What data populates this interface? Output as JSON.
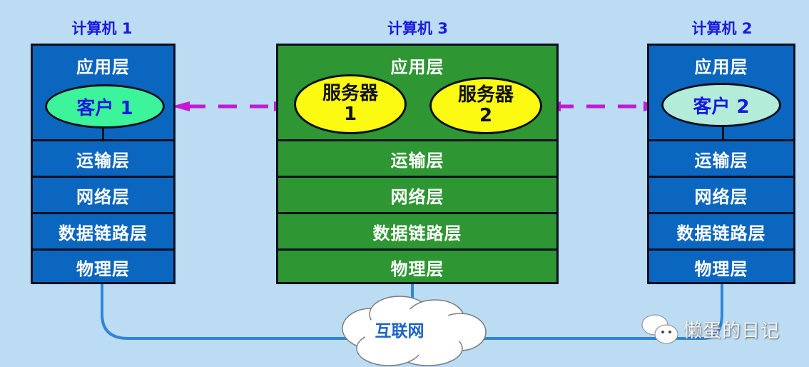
{
  "diagram": {
    "type": "client-server network architecture",
    "computers": [
      {
        "id": "computer1",
        "title": "计算机 1",
        "color": "#0b66bf",
        "layers": [
          "应用层",
          "运输层",
          "网络层",
          "数据链路层",
          "物理层"
        ],
        "processes": [
          {
            "label": "客户 1",
            "role": "client",
            "fill": "#3cf59a"
          }
        ]
      },
      {
        "id": "computer3",
        "title": "计算机 3",
        "color": "#2e9633",
        "layers": [
          "应用层",
          "运输层",
          "网络层",
          "数据链路层",
          "物理层"
        ],
        "processes": [
          {
            "label_line1": "服务器",
            "label_line2": "1",
            "role": "server",
            "fill": "#fdfa12"
          },
          {
            "label_line1": "服务器",
            "label_line2": "2",
            "role": "server",
            "fill": "#fdfa12"
          }
        ]
      },
      {
        "id": "computer2",
        "title": "计算机 2",
        "color": "#0b66bf",
        "layers": [
          "应用层",
          "运输层",
          "网络层",
          "数据链路层",
          "物理层"
        ],
        "processes": [
          {
            "label": "客户 2",
            "role": "client",
            "fill": "#b3ecd8"
          }
        ]
      }
    ],
    "connections": [
      {
        "from": "客户 1",
        "to": "服务器 1",
        "style": "dashed bidirectional",
        "color": "#c21ad6"
      },
      {
        "from": "服务器 2",
        "to": "客户 2",
        "style": "dashed bidirectional",
        "color": "#c21ad6"
      }
    ],
    "network": {
      "label": "互联网",
      "link_color": "#2f86d8"
    },
    "watermark": {
      "text": "懒蛋的日记",
      "icon": "wechat-icon"
    }
  }
}
